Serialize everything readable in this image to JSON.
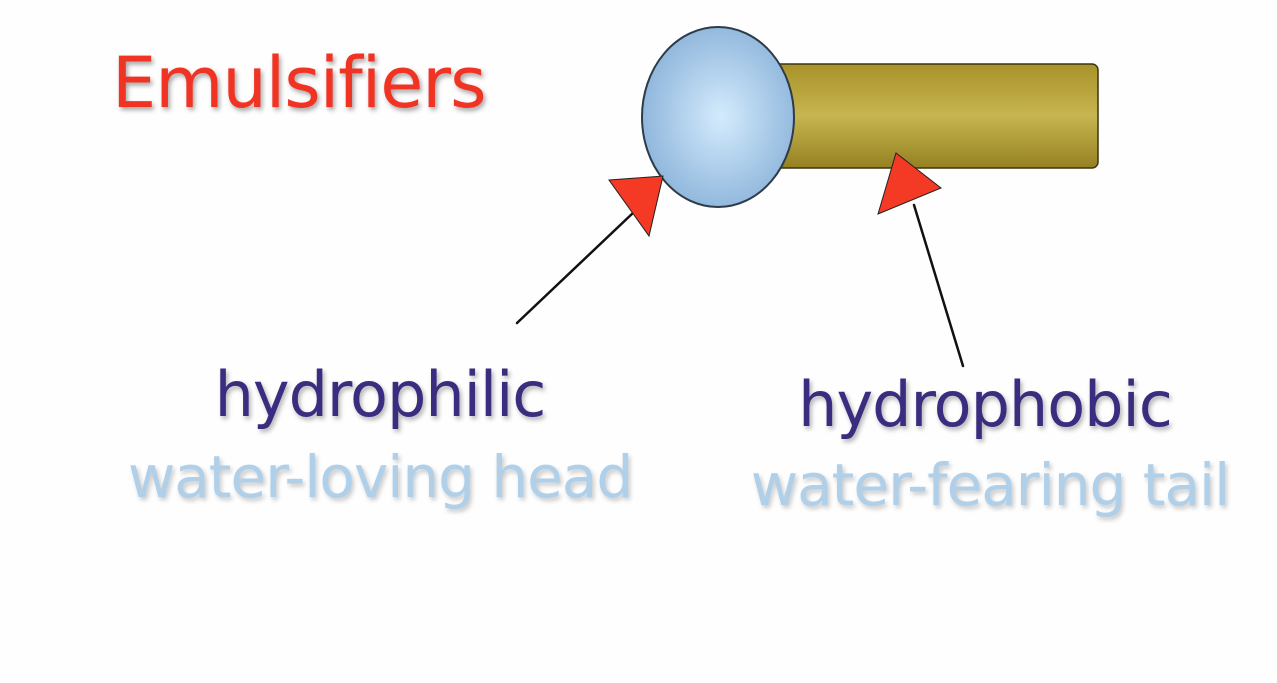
{
  "title": "Emulsifiers",
  "labels": {
    "head": {
      "term": "hydrophilic",
      "meaning": "water-loving head"
    },
    "tail": {
      "term": "hydrophobic",
      "meaning": "water-fearing tail"
    }
  },
  "colors": {
    "title": "#f13323",
    "term": "#3a2d80",
    "meaning": "#b0cfe9",
    "head": "#aed0ee",
    "tail": "#b4a02e",
    "arrowhead": "#f43a24",
    "arrow_line": "#111111"
  }
}
